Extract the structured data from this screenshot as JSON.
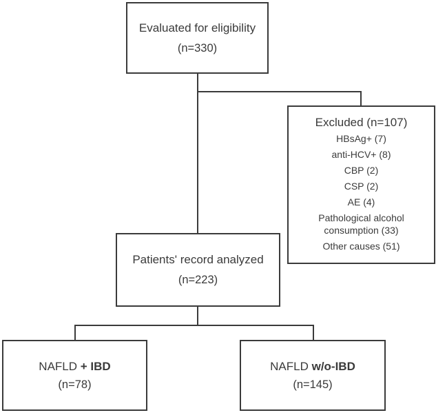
{
  "colors": {
    "ink": "#3a3a3a",
    "background": "#ffffff"
  },
  "boxes": {
    "eligibility": {
      "line1": "Evaluated for eligibility",
      "line2": "(n=330)"
    },
    "excluded": {
      "title": "Excluded (n=107)",
      "items": [
        "HBsAg+ (7)",
        "anti-HCV+ (8)",
        "CBP (2)",
        "CSP (2)",
        "AE (4)",
        "Pathological alcohol consumption (33)",
        "Other causes (51)"
      ]
    },
    "analyzed": {
      "line1": "Patients' record analyzed",
      "line2": "(n=223)"
    },
    "nafld_ibd": {
      "prefix": "NAFLD ",
      "bold": "+ IBD",
      "line2": "(n=78)"
    },
    "nafld_wo_ibd": {
      "prefix": "NAFLD ",
      "bold": "w/o-IBD",
      "line2": "(n=145)"
    }
  }
}
